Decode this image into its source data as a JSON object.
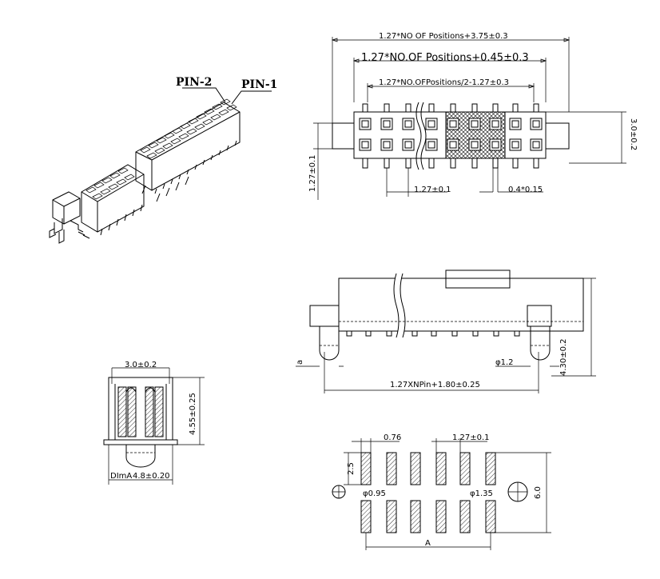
{
  "labels": {
    "pin2": "PIN-2",
    "pin1": "PIN-1"
  },
  "top_view": {
    "dim_total": "1.27*NO OF Positions+3.75±0.3",
    "dim_mid": "1.27*NO.OF Positions+0.45±0.3",
    "dim_inner": "1.27*NO.OFPositions/2-1.27±0.3",
    "dim_height": "3.0±0.2",
    "dim_left": "1.27±0.1",
    "dim_pitch": "1.27±0.1",
    "dim_pin": "0.4*0.15"
  },
  "front_view": {
    "dim_a": "a",
    "dim_peg": "φ1.2",
    "dim_height": "4.30±0.2",
    "dim_length": "1.27XNPin+1.80±0.25"
  },
  "side_view": {
    "dim_width": "3.0±0.2",
    "dim_height": "4.55±0.25",
    "dim_bottom_left": "DImA",
    "dim_bottom": "4.8±0.20"
  },
  "footprint": {
    "dim_pad_w": "0.76",
    "dim_pitch": "1.27±0.1",
    "dim_pad_h": "2.5",
    "dim_span": "6.0",
    "dim_hole_small": "φ0.95",
    "dim_hole_large": "φ1.35",
    "dim_a": "A"
  }
}
